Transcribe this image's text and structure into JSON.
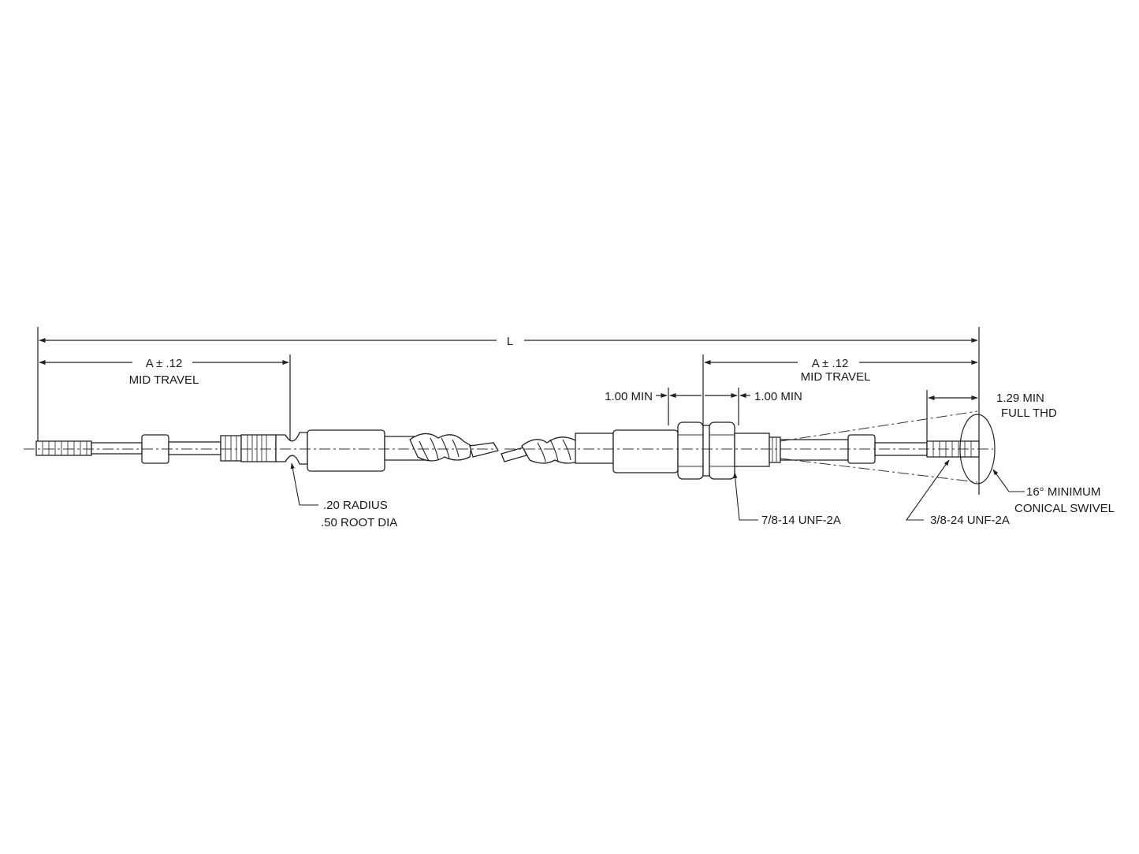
{
  "drawing": {
    "overall_length": "L",
    "left_end": {
      "dim_a": "A ± .12",
      "dim_a_note": "MID TRAVEL",
      "radius_note": ".20 RADIUS",
      "root_note": ".50 ROOT DIA"
    },
    "right_end": {
      "dim_a": "A ± .12",
      "dim_a_note": "MID TRAVEL",
      "min_left": "1.00 MIN",
      "min_right": "1.00 MIN",
      "full_thd_1": "1.29 MIN",
      "full_thd_2": "FULL THD",
      "swivel_1": "16° MINIMUM",
      "swivel_2": "CONICAL SWIVEL",
      "bulkhead_thread": "7/8-14 UNF-2A",
      "rod_thread": "3/8-24 UNF-2A"
    }
  }
}
